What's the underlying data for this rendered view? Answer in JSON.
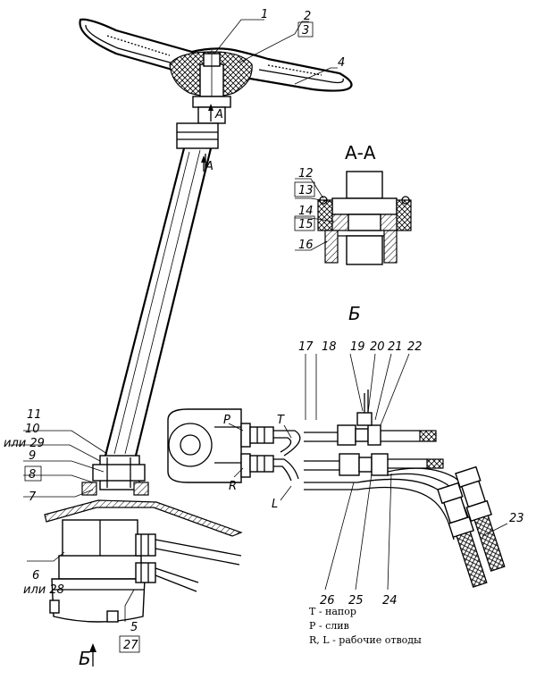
{
  "callouts": {
    "c1": "1",
    "c2": "2",
    "c3": "3",
    "c4": "4",
    "c5": "5",
    "c6": "6",
    "c6alt": "или 28",
    "c7": "7",
    "c8": "8",
    "c9": "9",
    "c10": "10",
    "c10alt": "или 29",
    "c11": "11",
    "c12": "12",
    "c13": "13",
    "c14": "14",
    "c15": "15",
    "c16": "16",
    "c17": "17",
    "c18": "18",
    "c19": "19",
    "c20": "20",
    "c21": "21",
    "c22": "22",
    "c23": "23",
    "c24": "24",
    "c25": "25",
    "c26": "26",
    "c27": "27"
  },
  "section_marks": {
    "a_small_top": "A",
    "a_small_bottom": "A",
    "section_aa_title": "А-А",
    "view_b_title": "Б",
    "view_b_arrow_label": "Б"
  },
  "port_labels": {
    "P": "P",
    "T": "T",
    "R": "R",
    "L": "L"
  },
  "legend": [
    "Т - напор",
    "Р - слив",
    "R, L - рабочие отводы"
  ]
}
